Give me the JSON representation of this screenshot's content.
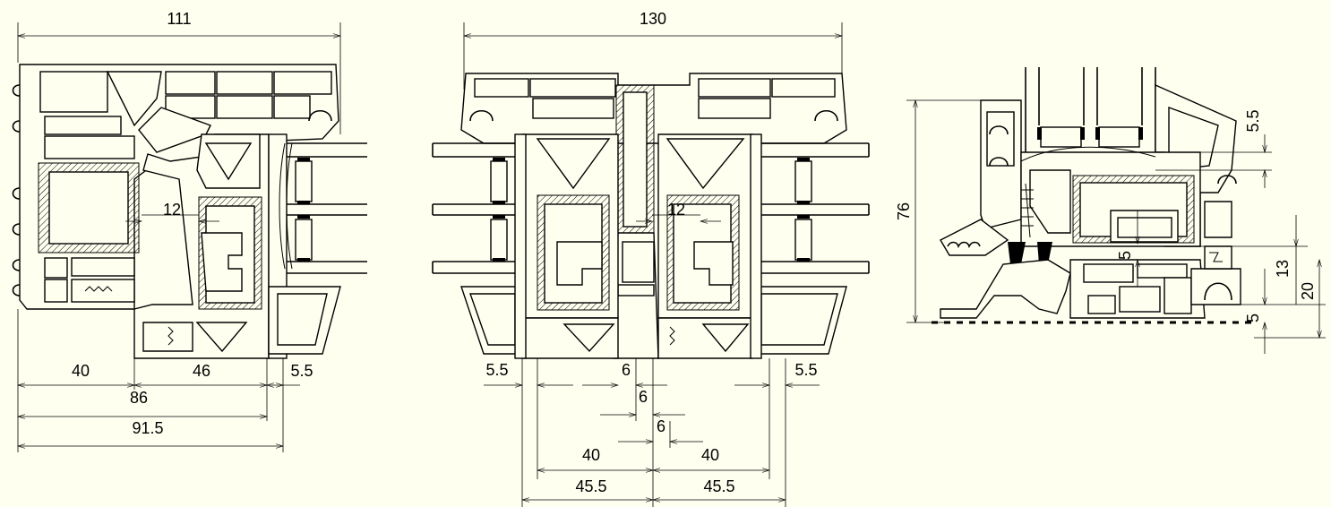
{
  "drawing_1": {
    "overall": "111",
    "gap_12": "12",
    "d40": "40",
    "d46": "46",
    "d5_5": "5.5",
    "d86": "86",
    "d91_5": "91.5"
  },
  "drawing_2": {
    "overall": "130",
    "gap_12": "12",
    "left_5_5": "5.5",
    "right_5_5": "5.5",
    "d6_a": "6",
    "d6_b": "6",
    "d6_c": "6",
    "left_40": "40",
    "right_40": "40",
    "left_45_5": "45.5",
    "right_45_5": "45.5"
  },
  "drawing_3": {
    "height_76": "76",
    "top_5_5": "5.5",
    "d5_a": "5",
    "d13": "13",
    "d20": "20",
    "d5_b": "5"
  }
}
